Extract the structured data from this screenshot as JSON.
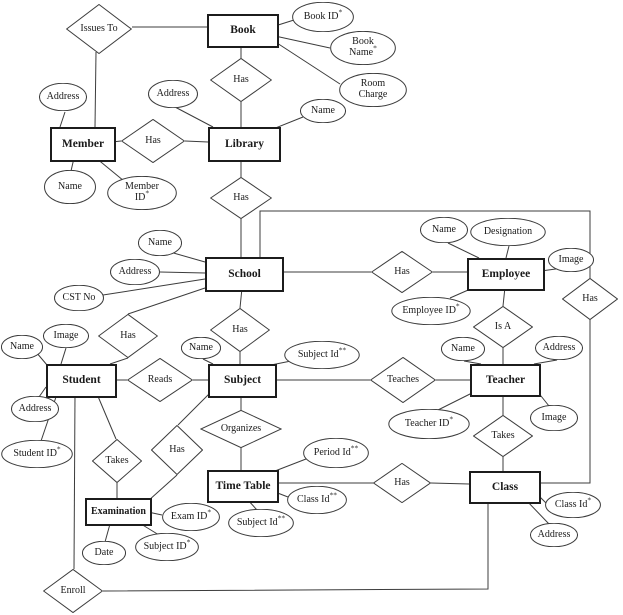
{
  "diagram": {
    "type": "entity-relationship-diagram",
    "entities": [
      {
        "id": "book",
        "label": "Book"
      },
      {
        "id": "member",
        "label": "Member"
      },
      {
        "id": "library",
        "label": "Library"
      },
      {
        "id": "school",
        "label": "School"
      },
      {
        "id": "employee",
        "label": "Employee"
      },
      {
        "id": "student",
        "label": "Student"
      },
      {
        "id": "subject",
        "label": "Subject"
      },
      {
        "id": "teacher",
        "label": "Teacher"
      },
      {
        "id": "timetable",
        "label": "Time Table"
      },
      {
        "id": "class",
        "label": "Class"
      },
      {
        "id": "examination",
        "label": "Examination"
      }
    ],
    "relationships": [
      {
        "id": "issues-to",
        "label": "Issues To",
        "between": [
          "Book",
          "Member"
        ]
      },
      {
        "id": "has-book-library",
        "label": "Has",
        "between": [
          "Book",
          "Library"
        ]
      },
      {
        "id": "has-member-library",
        "label": "Has",
        "between": [
          "Member",
          "Library"
        ]
      },
      {
        "id": "has-library-school",
        "label": "Has",
        "between": [
          "Library",
          "School"
        ]
      },
      {
        "id": "has-school-employee",
        "label": "Has",
        "between": [
          "School",
          "Employee"
        ]
      },
      {
        "id": "is-a",
        "label": "Is A",
        "between": [
          "Employee",
          "Teacher"
        ]
      },
      {
        "id": "has-school-class",
        "label": "Has",
        "between": [
          "School",
          "Class"
        ]
      },
      {
        "id": "has-school-student",
        "label": "Has",
        "between": [
          "School",
          "Student"
        ]
      },
      {
        "id": "has-school-subject",
        "label": "Has",
        "between": [
          "School",
          "Subject"
        ]
      },
      {
        "id": "reads",
        "label": "Reads",
        "between": [
          "Student",
          "Subject"
        ]
      },
      {
        "id": "teaches",
        "label": "Teaches",
        "between": [
          "Subject",
          "Teacher"
        ]
      },
      {
        "id": "takes-teacher-class",
        "label": "Takes",
        "between": [
          "Teacher",
          "Class"
        ]
      },
      {
        "id": "organizes",
        "label": "Organizes",
        "between": [
          "Subject",
          "Time Table"
        ]
      },
      {
        "id": "has-timetable-class",
        "label": "Has",
        "between": [
          "Time Table",
          "Class"
        ]
      },
      {
        "id": "has-subject-examination",
        "label": "Has",
        "between": [
          "Subject",
          "Examination"
        ]
      },
      {
        "id": "takes-student-examination",
        "label": "Takes",
        "between": [
          "Student",
          "Examination"
        ]
      },
      {
        "id": "enroll",
        "label": "Enroll",
        "between": [
          "Student",
          "Class"
        ]
      }
    ],
    "attributes": [
      {
        "id": "address-member",
        "owner": "Member",
        "label": "Address",
        "sup": ""
      },
      {
        "id": "address-library",
        "owner": "Library",
        "label": "Address",
        "sup": ""
      },
      {
        "id": "book-id",
        "owner": "Book",
        "label": "Book ID",
        "sup": "*"
      },
      {
        "id": "book-name",
        "owner": "Book",
        "label": "Book Name",
        "sup": "*"
      },
      {
        "id": "room-charge",
        "owner": "Book",
        "label": "Room Charge",
        "sup": ""
      },
      {
        "id": "name-library",
        "owner": "Library",
        "label": "Name",
        "sup": ""
      },
      {
        "id": "name-member",
        "owner": "Member",
        "label": "Name",
        "sup": ""
      },
      {
        "id": "member-id",
        "owner": "Member",
        "label": "Member ID",
        "sup": "*"
      },
      {
        "id": "name-school",
        "owner": "School",
        "label": "Name",
        "sup": ""
      },
      {
        "id": "address-school",
        "owner": "School",
        "label": "Address",
        "sup": ""
      },
      {
        "id": "cst-no",
        "owner": "School",
        "label": "CST No",
        "sup": ""
      },
      {
        "id": "name-employee",
        "owner": "Employee",
        "label": "Name",
        "sup": ""
      },
      {
        "id": "designation",
        "owner": "Employee",
        "label": "Designation",
        "sup": ""
      },
      {
        "id": "image-employee",
        "owner": "Employee",
        "label": "Image",
        "sup": ""
      },
      {
        "id": "employee-id",
        "owner": "Employee",
        "label": "Employee ID",
        "sup": "*"
      },
      {
        "id": "name-student",
        "owner": "Student",
        "label": "Name",
        "sup": ""
      },
      {
        "id": "image-student",
        "owner": "Student",
        "label": "Image",
        "sup": ""
      },
      {
        "id": "address-student",
        "owner": "Student",
        "label": "Address",
        "sup": ""
      },
      {
        "id": "student-id",
        "owner": "Student",
        "label": "Student ID",
        "sup": "*"
      },
      {
        "id": "name-subject",
        "owner": "Subject",
        "label": "Name",
        "sup": ""
      },
      {
        "id": "subject-id-subject",
        "owner": "Subject",
        "label": "Subject Id",
        "sup": "**"
      },
      {
        "id": "name-teacher",
        "owner": "Teacher",
        "label": "Name",
        "sup": ""
      },
      {
        "id": "address-teacher",
        "owner": "Teacher",
        "label": "Address",
        "sup": ""
      },
      {
        "id": "teacher-id",
        "owner": "Teacher",
        "label": "Teacher ID",
        "sup": "*"
      },
      {
        "id": "image-teacher",
        "owner": "Teacher",
        "label": "Image",
        "sup": ""
      },
      {
        "id": "period-id",
        "owner": "Time Table",
        "label": "Period Id",
        "sup": "**"
      },
      {
        "id": "class-id-timetable",
        "owner": "Time Table",
        "label": "Class Id",
        "sup": "**"
      },
      {
        "id": "subject-id-timetable",
        "owner": "Time Table",
        "label": "Subject Id",
        "sup": "**"
      },
      {
        "id": "exam-id",
        "owner": "Examination",
        "label": "Exam ID",
        "sup": "*"
      },
      {
        "id": "subject-id-examination",
        "owner": "Examination",
        "label": "Subject ID",
        "sup": "*"
      },
      {
        "id": "date",
        "owner": "Examination",
        "label": "Date",
        "sup": ""
      },
      {
        "id": "class-id-class",
        "owner": "Class",
        "label": "Class Id",
        "sup": "*"
      },
      {
        "id": "address-class",
        "owner": "Class",
        "label": "Address",
        "sup": ""
      }
    ],
    "colors": {
      "line": "#3c3c3c",
      "entity_border": "#1c1c1c",
      "text": "#1a1a1a",
      "background": "#ffffff"
    }
  }
}
